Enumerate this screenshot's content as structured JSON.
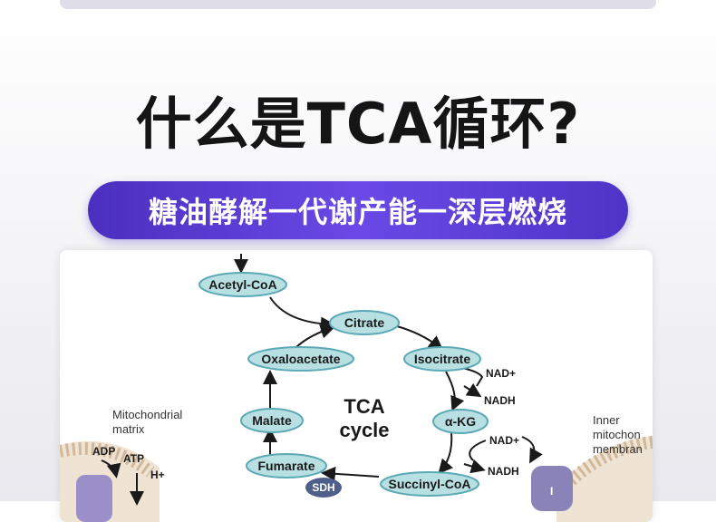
{
  "heading": {
    "title": "什么是TCA循环?",
    "subtitle": "糖油酵解一代谢产能一深层燃烧"
  },
  "diagram": {
    "nodes": {
      "acetyl_coa": "Acetyl-CoA",
      "citrate": "Citrate",
      "isocitrate": "Isocitrate",
      "akg": "α-KG",
      "succinyl_coa": "Succinyl-CoA",
      "fumarate": "Fumarate",
      "malate": "Malate",
      "oxaloacetate": "Oxaloacetate"
    },
    "center_line1": "TCA",
    "center_line2": "cycle",
    "cofactors": {
      "nad_plus_1": "NAD+",
      "nadh_1": "NADH",
      "nad_plus_2": "NAD+",
      "nadh_2": "NADH"
    },
    "sdh": "SDH",
    "left_label_line1": "Mitochondrial",
    "left_label_line2": "matrix",
    "adp": "ADP",
    "atp": "ATP",
    "h_plus": "H+",
    "right_label_line1": "Inner",
    "right_label_line2": "mitochon",
    "right_label_line3": "membran",
    "complex_label": "I"
  },
  "colors": {
    "accent": "#5b3fd6",
    "node_fill": "#b8e0e3",
    "node_stroke": "#5aa9b5",
    "membrane": "#d8c8b8",
    "complex": "#8a83b8"
  }
}
